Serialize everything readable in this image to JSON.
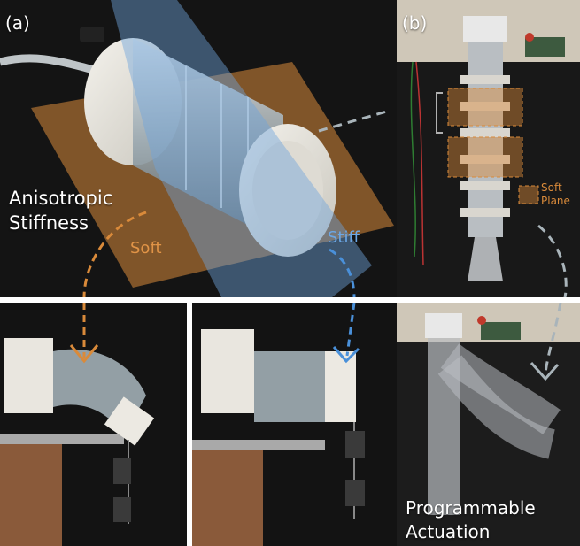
{
  "panels": {
    "a": {
      "label": "(a)",
      "caption_line1": "Anisotropic",
      "caption_line2": "Stiffness",
      "soft_label": "Soft",
      "stiff_label": "Stiff"
    },
    "b": {
      "label": "(b)",
      "legend_line1": "Soft",
      "legend_line2": "Plane",
      "caption_line1": "Programmable",
      "caption_line2": "Actuation"
    }
  },
  "colors": {
    "soft_orange": "#d98a3a",
    "stiff_blue": "#4a90d9",
    "arrow_gray": "#a9b4ba",
    "background_dark": "#151515"
  }
}
